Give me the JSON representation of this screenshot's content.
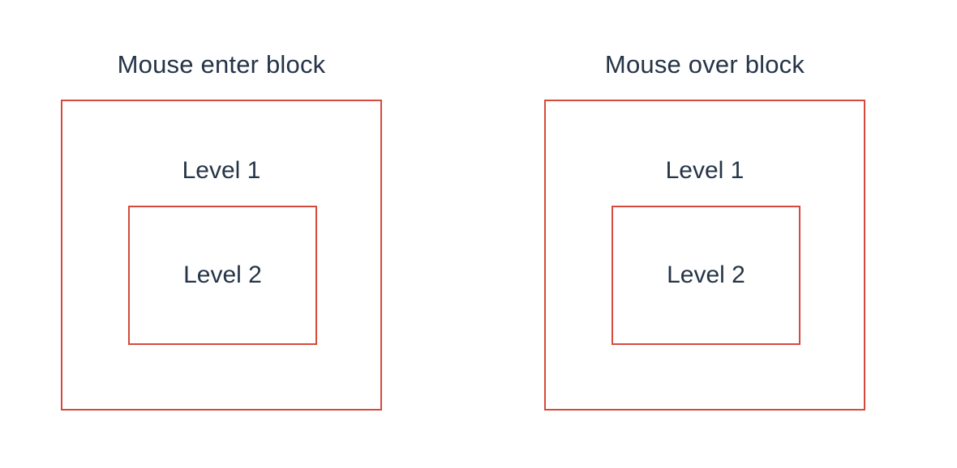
{
  "demos": [
    {
      "title": "Mouse enter block",
      "outer_label": "Level 1",
      "inner_label": "Level 2"
    },
    {
      "title": "Mouse over block",
      "outer_label": "Level 1",
      "inner_label": "Level 2"
    }
  ],
  "colors": {
    "border": "#d64a3b",
    "text": "#253447",
    "background": "#ffffff"
  }
}
